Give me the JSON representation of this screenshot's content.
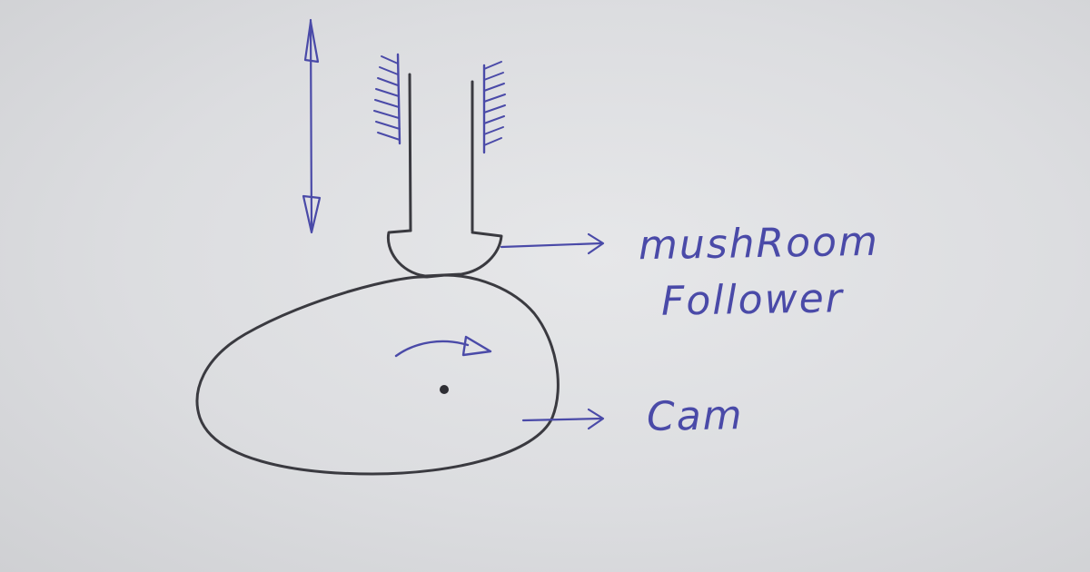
{
  "labels": {
    "follower_line1": "mushRoom",
    "follower_line2": "Follower",
    "cam": "Cam"
  },
  "colors": {
    "ink_blue": "#4a4aa8",
    "ink_grey": "#3a3a40",
    "paper": "#dcdde0"
  }
}
